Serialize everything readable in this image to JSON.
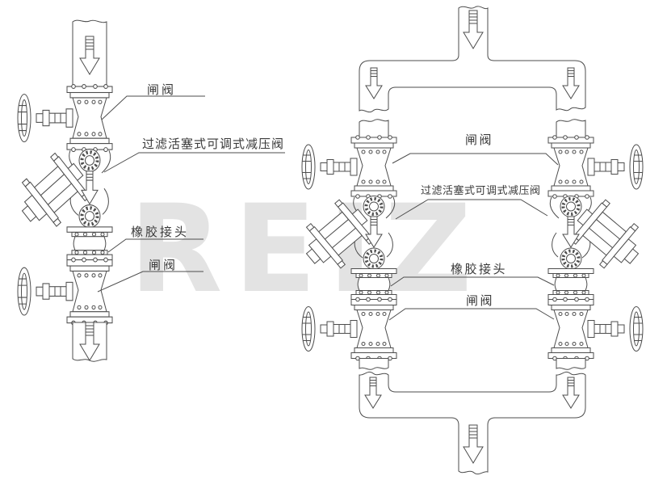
{
  "watermark": {
    "text": "REIZ",
    "color": "#e3e3e3"
  },
  "diagram": {
    "background": "#ffffff",
    "line_color": "#4d4d4d",
    "description_type": "valve installation piping diagram"
  },
  "icons": {
    "flow_arrow": "arrow-down",
    "handwheel": "valve-handwheel",
    "flange_dial": "bolted-flange-face"
  },
  "left_diagram": {
    "labels": {
      "gate_valve_top": "闸阀",
      "prv": "过滤活塞式可调式减压阀",
      "rubber_joint": "橡胶接头",
      "gate_valve_bottom": "闸阀"
    }
  },
  "right_diagram": {
    "labels": {
      "gate_valve_top": "闸阀",
      "prv": "过滤活塞式可调式减压阀",
      "rubber_joint": "橡胶接头",
      "gate_valve_bottom": "闸阀"
    }
  }
}
